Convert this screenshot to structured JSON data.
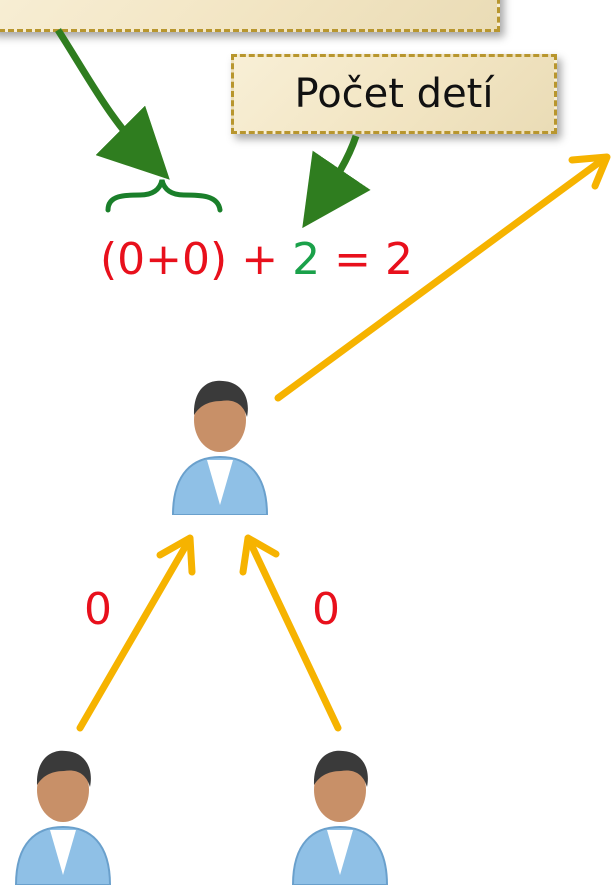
{
  "callouts": {
    "top_label": "",
    "children_label": "Počet detí"
  },
  "formula": {
    "open": "(0+0)",
    "plus": "+",
    "children_count": "2",
    "equals": "=",
    "result": "2"
  },
  "edges": {
    "left_value": "0",
    "right_value": "0"
  },
  "colors": {
    "arrow_green": "#2f7d1f",
    "arrow_orange": "#f6b300",
    "text_red": "#e8101c",
    "text_green": "#1aa14a",
    "callout_border": "#b8962e"
  },
  "icons": [
    "person-icon",
    "person-icon",
    "person-icon"
  ]
}
